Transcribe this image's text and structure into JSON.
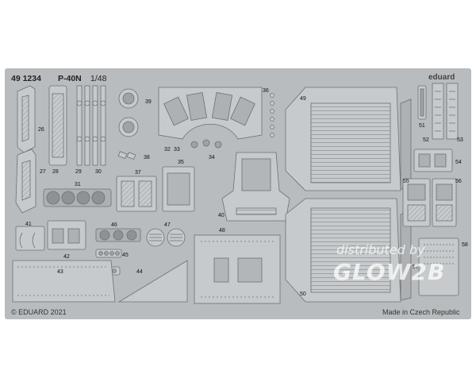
{
  "header": {
    "set_number": "49 1234",
    "model": "P-40N",
    "scale": "1/48"
  },
  "brand": "eduard",
  "footer": {
    "copyright": "© EDUARD 2021",
    "origin": "Made in Czech Republic"
  },
  "watermark": {
    "line1": "distributed by",
    "line2": "GLOW2B"
  },
  "part_numbers": [
    "26",
    "27",
    "28",
    "29",
    "30",
    "31",
    "32",
    "33",
    "34",
    "35",
    "36",
    "37",
    "38",
    "39",
    "40",
    "41",
    "42",
    "43",
    "44",
    "45",
    "46",
    "47",
    "48",
    "49",
    "50",
    "51",
    "52",
    "53",
    "54",
    "55",
    "56",
    "57",
    "58"
  ],
  "colors": {
    "fret": "#b9bcbe",
    "part": "#c7cacc",
    "etch_line": "#6d7173",
    "shadow": "#8e9294",
    "text": "#222222"
  }
}
